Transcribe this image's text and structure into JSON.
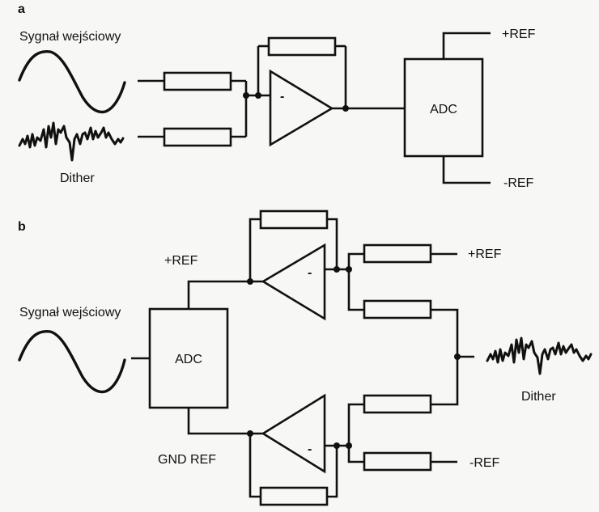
{
  "panels": {
    "a": {
      "label": "a",
      "input_signal_label": "Sygnał wejściowy",
      "dither_label": "Dither",
      "adc_label": "ADC",
      "ref_plus_label": "+REF",
      "ref_minus_label": "-REF",
      "opamp_sign": "-"
    },
    "b": {
      "label": "b",
      "input_signal_label": "Sygnał wejściowy",
      "dither_label": "Dither",
      "adc_label": "ADC",
      "adc_ref_top_label": "+REF",
      "adc_ref_bottom_label": "GND REF",
      "ref_plus_label": "+REF",
      "ref_minus_label": "-REF",
      "opamp_sign": "-"
    }
  }
}
